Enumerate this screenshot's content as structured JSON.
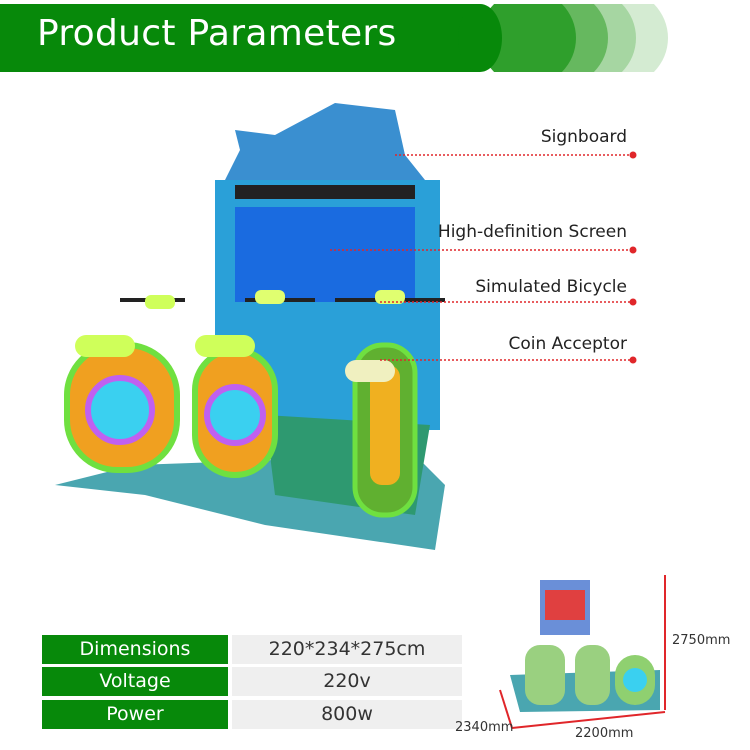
{
  "header": {
    "title": "Product Parameters",
    "color": "#07890a"
  },
  "callouts": [
    {
      "label": "Signboard"
    },
    {
      "label": "High-definition Screen"
    },
    {
      "label": "Simulated Bicycle"
    },
    {
      "label": "Coin Acceptor"
    }
  ],
  "specs": [
    {
      "label": "Dimensions",
      "value": "220*234*275cm"
    },
    {
      "label": "Voltage",
      "value": "220v"
    },
    {
      "label": "Power",
      "value": "800w"
    }
  ],
  "dimensions": {
    "height": "2750mm",
    "width": "2200mm",
    "depth": "2340mm"
  },
  "colors": {
    "accent_red": "#e0262a"
  }
}
